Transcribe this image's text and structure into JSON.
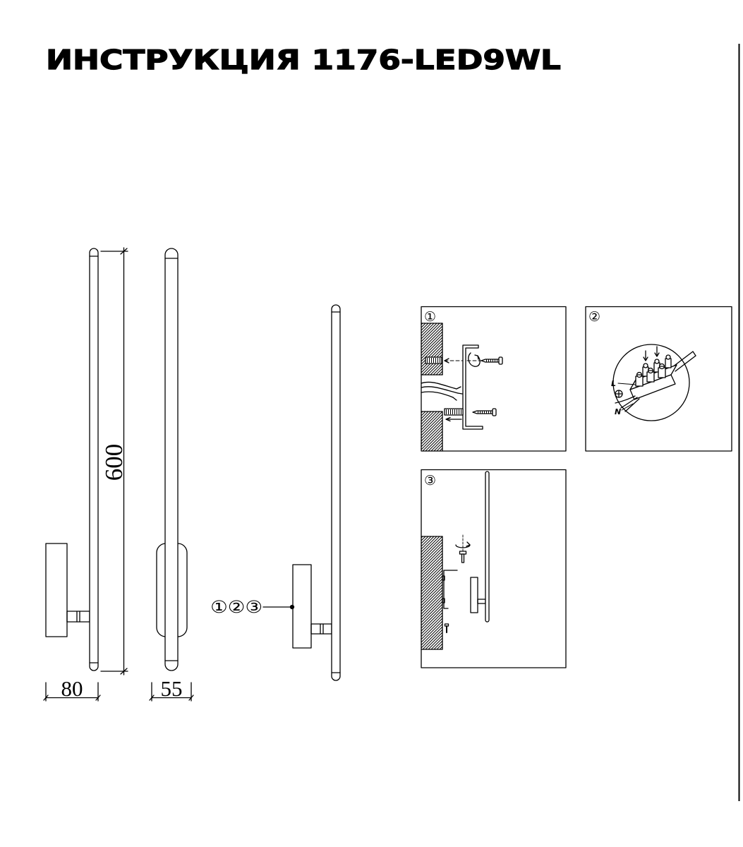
{
  "title": "ИНСТРУКЦИЯ 1176-LED9WL",
  "dimensions": {
    "height": "600",
    "depth": "80",
    "width": "55"
  },
  "assembly_steps_callout": "①②③",
  "panels": [
    {
      "label": "①"
    },
    {
      "label": "②",
      "live_label": "L",
      "neutral_label": "N"
    },
    {
      "label": "③"
    }
  ],
  "icons": {
    "ground": "ground-icon",
    "rotation": "rotate-arrow-icon",
    "screw": "screw-icon",
    "wall_plug": "wall-plug-icon"
  },
  "colors": {
    "ink": "#000000",
    "paper": "#ffffff"
  }
}
